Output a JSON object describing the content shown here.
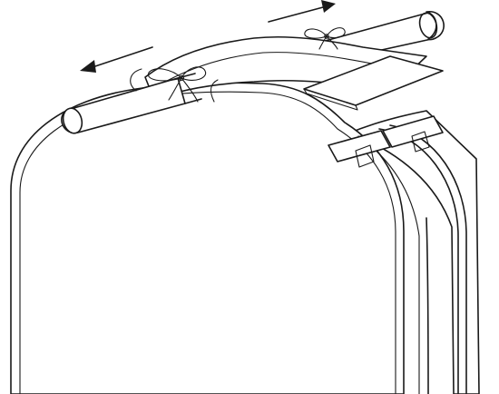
{
  "figure": {
    "style": "black line drawing on white",
    "stroke_color": "#1a1a1a",
    "background_color": "#ffffff",
    "parts": [
      "rod",
      "cover-body",
      "cover-strap",
      "label-tag",
      "strap-slots",
      "tie-bows",
      "motion-arrows"
    ]
  }
}
